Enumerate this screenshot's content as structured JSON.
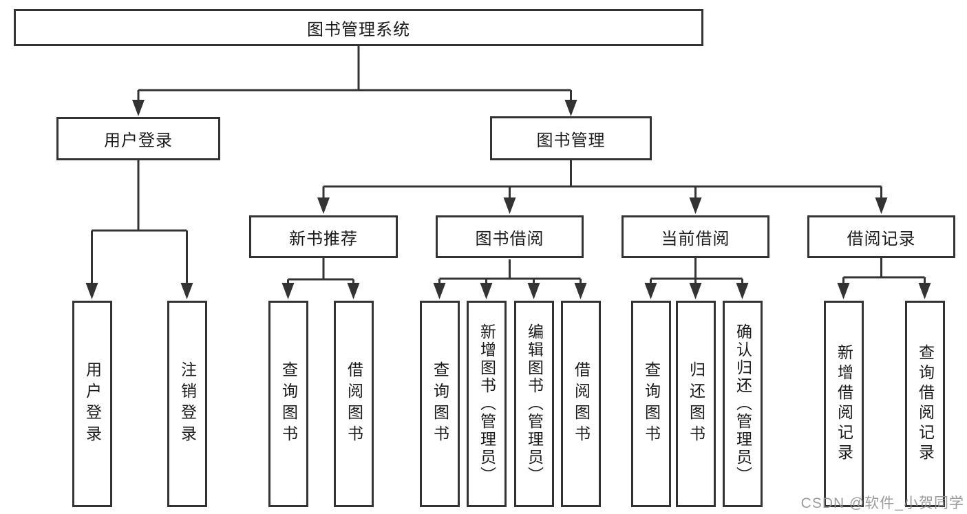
{
  "root": {
    "label": "图书管理系统"
  },
  "level2": [
    {
      "label": "用户登录"
    },
    {
      "label": "图书管理"
    }
  ],
  "level3": [
    {
      "label": "新书推荐"
    },
    {
      "label": "图书借阅"
    },
    {
      "label": "当前借阅"
    },
    {
      "label": "借阅记录"
    }
  ],
  "level4": [
    {
      "label": "用户登录"
    },
    {
      "label": "注销登录"
    },
    {
      "label": "查询图书"
    },
    {
      "label": "借阅图书"
    },
    {
      "label": "查询图书"
    },
    {
      "label": "新增图书（管理员）"
    },
    {
      "label": "编辑图书（管理员）"
    },
    {
      "label": "借阅图书"
    },
    {
      "label": "查询图书"
    },
    {
      "label": "归还图书"
    },
    {
      "label": "确认归还（管理员）"
    },
    {
      "label": "新增借阅记录"
    },
    {
      "label": "查询借阅记录"
    }
  ],
  "watermark": {
    "text": "CSDN @软件_小贺同学"
  },
  "colors": {
    "line": "#333333",
    "text": "#1a1a1a",
    "watermark": "#949494",
    "background": "#ffffff"
  }
}
